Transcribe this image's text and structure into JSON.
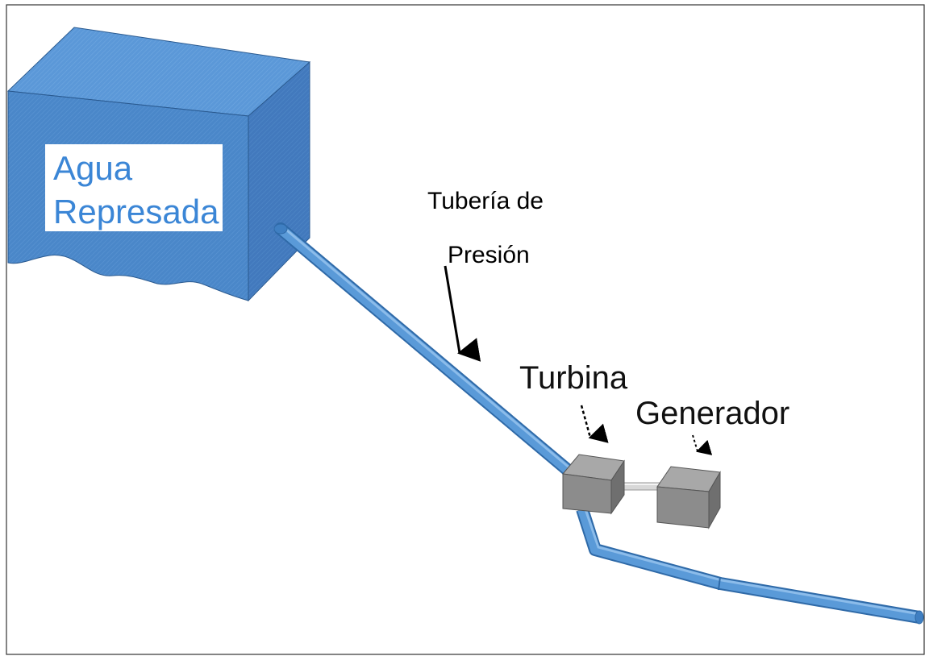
{
  "labels": {
    "reservoir_line1": "Agua",
    "reservoir_line2": "Represada",
    "penstock_line1": "Tubería de",
    "penstock_line2": "Presión",
    "turbine": "Turbina",
    "generator": "Generador"
  },
  "colors": {
    "water_blue": "#4a87c9",
    "water_blue_dark": "#3a72b0",
    "water_blue_light": "#6aa3dd",
    "pipe_blue": "#5a9ad8",
    "label_blue": "#3b86d6",
    "machine_gray": "#8c8c8c",
    "machine_gray_top": "#a8a8a8",
    "machine_gray_side": "#6f6f6f",
    "shaft": "#d8d8d8"
  }
}
